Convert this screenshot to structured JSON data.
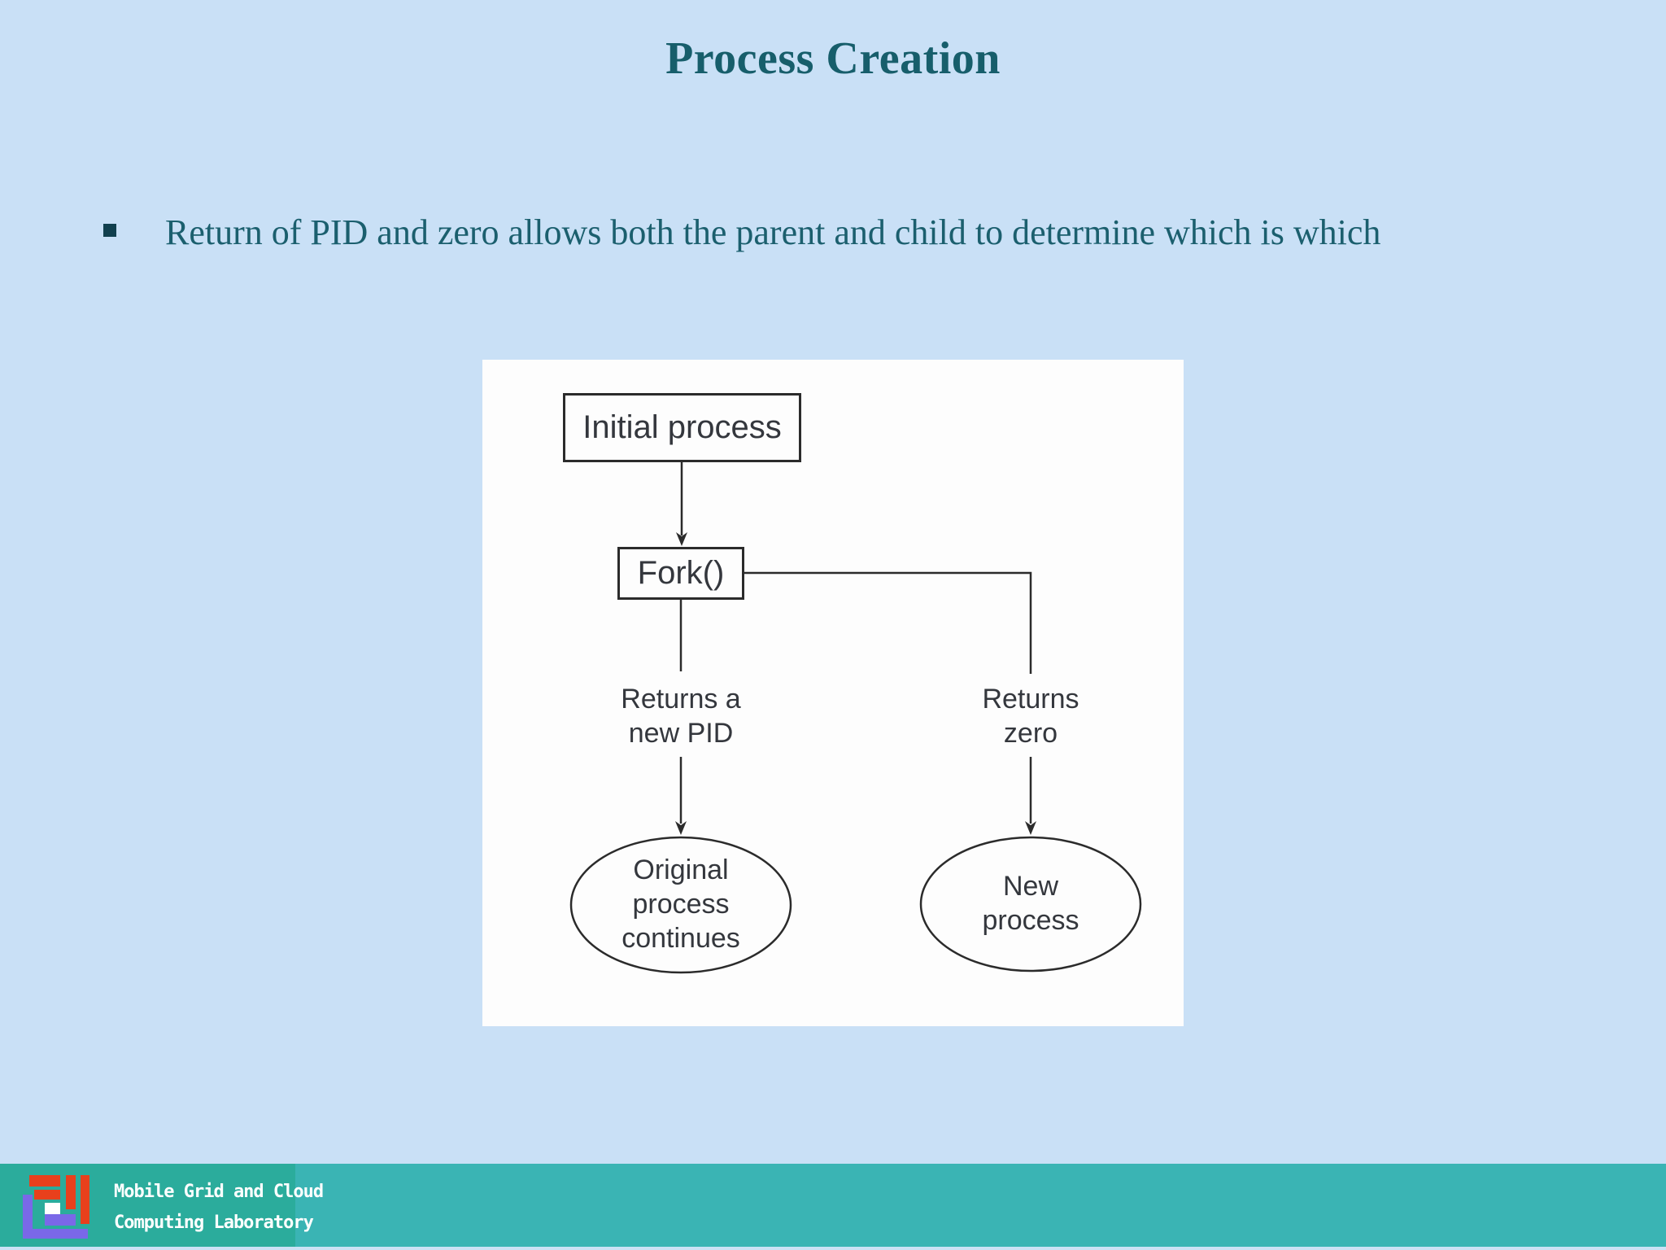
{
  "slide": {
    "title": "Process Creation",
    "bullet": "Return of PID and zero allows both the parent and child to determine which is which"
  },
  "diagram": {
    "initial_box": "Initial process",
    "fork_box": "Fork()",
    "left_branch_label": [
      "Returns a",
      "new PID"
    ],
    "right_branch_label": [
      "Returns",
      "zero"
    ],
    "left_ellipse_label": [
      "Original",
      "process",
      "continues"
    ],
    "right_ellipse_label": [
      "New",
      "process"
    ]
  },
  "footer": {
    "lab_name_line1": "Mobile Grid and Cloud",
    "lab_name_line2": "Computing Laboratory"
  },
  "colors": {
    "background": "#C9E0F6",
    "title_text": "#175E6B",
    "bullet_text": "#1B5F6E",
    "bullet_marker": "#11404E",
    "panel_background": "#FDFDFD",
    "diagram_line": "#2B2B2B",
    "diagram_text": "#34373D",
    "footer_teal_left": "#2BAC9C",
    "footer_teal_right": "#3AB4B4",
    "bottom_strip": "#CBE2F5",
    "logo_red": "#E8401C",
    "logo_purple": "#7A68E8"
  }
}
